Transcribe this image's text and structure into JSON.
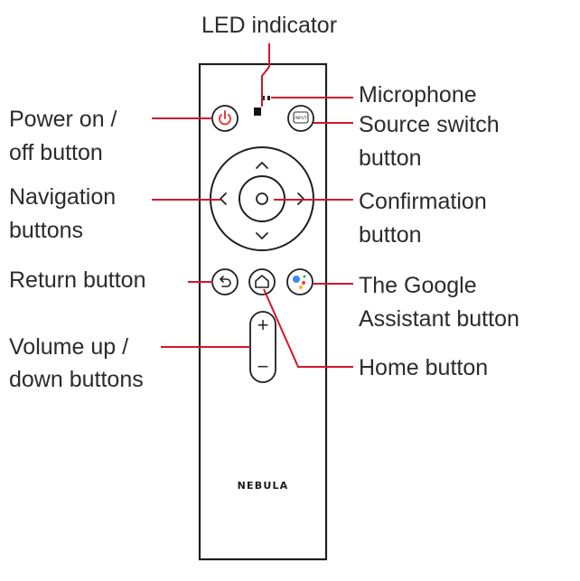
{
  "diagram": {
    "labels": {
      "led_indicator": "LED indicator",
      "microphone": "Microphone",
      "power_line1": "Power on /",
      "power_line2": "off button",
      "source_line1": "Source switch",
      "source_line2": "button",
      "navigation_line1": "Navigation",
      "navigation_line2": "buttons",
      "confirmation_line1": "Confirmation",
      "confirmation_line2": "button",
      "return": "Return button",
      "google_line1": "The Google",
      "google_line2": "Assistant button",
      "volume_line1": "Volume up /",
      "volume_line2": "down buttons",
      "home": "Home button"
    },
    "remote": {
      "brand": "NEBULA",
      "source_key_text": "INPUT",
      "volume_plus": "+",
      "volume_minus": "−"
    },
    "colors": {
      "leader": "#d3162b",
      "power_icon": "#e5413f",
      "assistant_blue": "#4285f4",
      "assistant_red": "#ea4335",
      "assistant_yellow": "#fbbc05",
      "assistant_green": "#34a853"
    }
  }
}
